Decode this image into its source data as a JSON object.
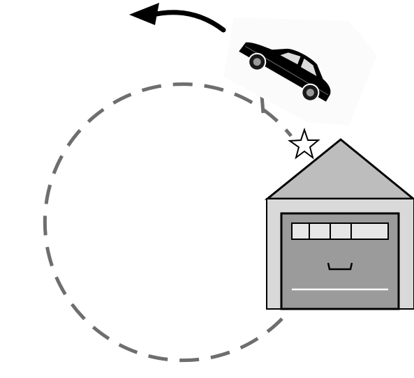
{
  "diagram": {
    "elements": [
      {
        "id": "path",
        "kind": "dashed-circle",
        "color": "#6e6e6e"
      },
      {
        "id": "car",
        "kind": "car-silhouette",
        "color": "#000000"
      },
      {
        "id": "garage",
        "kind": "house-with-garage-door",
        "colors": {
          "roof": "#bdbdbd",
          "wall": "#d9d9d9",
          "door": "#9b9b9b",
          "window": "#e6e6e6",
          "outline": "#000000"
        }
      },
      {
        "id": "start",
        "kind": "star-outline",
        "color": "#000000"
      },
      {
        "id": "direction",
        "kind": "curved-arrow",
        "color": "#000000"
      }
    ]
  }
}
